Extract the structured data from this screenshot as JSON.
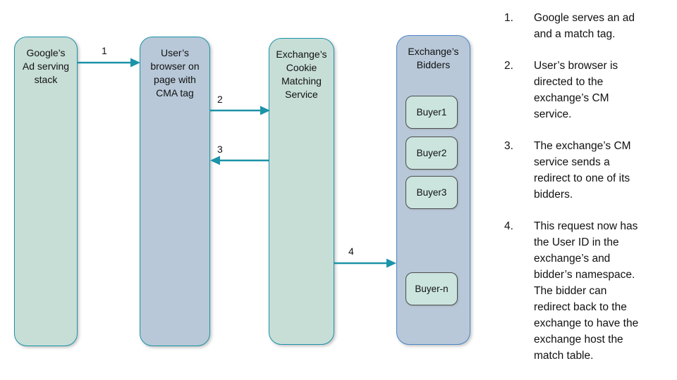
{
  "diagram": {
    "nodes": [
      {
        "id": "google-stack",
        "label": "Google’s\nAd serving\nstack"
      },
      {
        "id": "user-browser",
        "label": "User’s\nbrowser on\npage with\nCMA tag"
      },
      {
        "id": "cm-service",
        "label": "Exchange’s\nCookie\nMatching\nService"
      },
      {
        "id": "bidders",
        "label": "Exchange’s\nBidders",
        "children": [
          "Buyer1",
          "Buyer2",
          "Buyer3",
          "Buyer-n"
        ]
      }
    ],
    "arrows": [
      {
        "label": "1",
        "from": "google-stack",
        "to": "user-browser"
      },
      {
        "label": "2",
        "from": "user-browser",
        "to": "cm-service"
      },
      {
        "label": "3",
        "from": "cm-service",
        "to": "user-browser"
      },
      {
        "label": "4",
        "from": "cm-service",
        "to": "bidders"
      }
    ]
  },
  "steps": [
    {
      "number": "1.",
      "text": "Google serves an ad\nand a match tag."
    },
    {
      "number": "2.",
      "text": "User’s browser is\ndirected to the\nexchange’s CM\nservice."
    },
    {
      "number": "3.",
      "text": "The exchange’s CM\nservice sends a\nredirect to one of its\nbidders."
    },
    {
      "number": "4.",
      "text": "This request now has\nthe User ID in the\nexchange’s and\nbidder’s namespace.\nThe bidder can\nredirect back to the\nexchange to have the\nexchange host the\nmatch table."
    }
  ],
  "colors": {
    "node_green_fill": "#c7ded7",
    "node_blue_fill": "#b8c8d8",
    "teal_border": "#1b93a8",
    "blue_border": "#4a86c8",
    "buyer_fill": "#cbe5de",
    "buyer_border": "#4d4d4d",
    "arrow": "#1b93a8",
    "text": "#111111"
  }
}
